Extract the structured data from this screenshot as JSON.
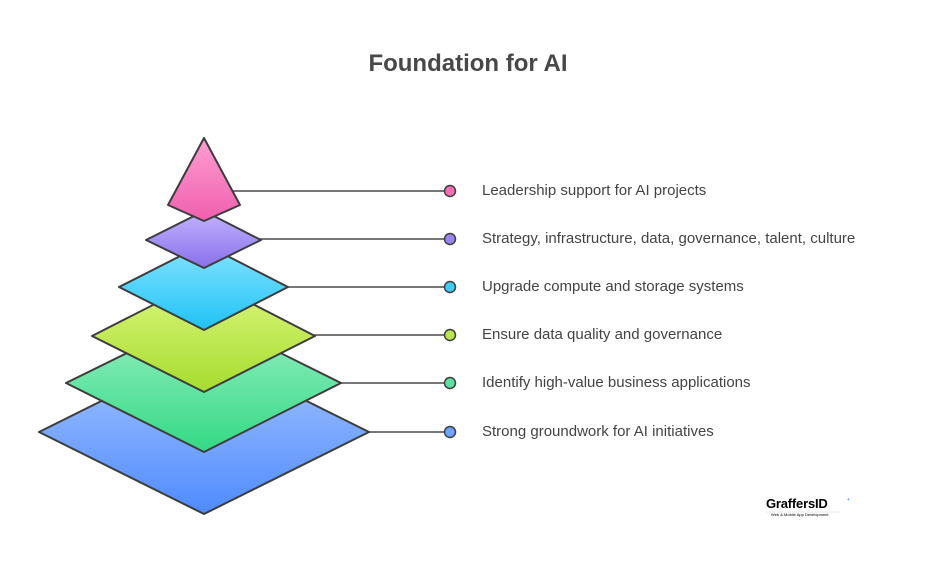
{
  "title": "Foundation for AI",
  "colors": {
    "pink": "#f26fb4",
    "purple": "#9b86f0",
    "cyan": "#3fcdf7",
    "lime": "#b8e64a",
    "green": "#5fe0a0",
    "blue": "#6fa3ff",
    "outline": "#3d3d3d",
    "connector": "#4a4a4a"
  },
  "layers": [
    {
      "label": "Leadership support for AI projects",
      "shape": "pyramid-top",
      "color": "pink"
    },
    {
      "label": "Strategy, infrastructure, data, governance, talent, culture",
      "shape": "diamond",
      "color": "purple"
    },
    {
      "label": "Upgrade compute and storage systems",
      "shape": "diamond",
      "color": "cyan"
    },
    {
      "label": "Ensure data quality and governance",
      "shape": "diamond",
      "color": "lime"
    },
    {
      "label": "Identify high-value business applications",
      "shape": "diamond",
      "color": "green"
    },
    {
      "label": "Strong groundwork for AI initiatives",
      "shape": "diamond",
      "color": "blue"
    }
  ],
  "logo": {
    "name_main": "Graffers",
    "name_accent": "ID",
    "tagline": "Web & Mobile App Development"
  }
}
